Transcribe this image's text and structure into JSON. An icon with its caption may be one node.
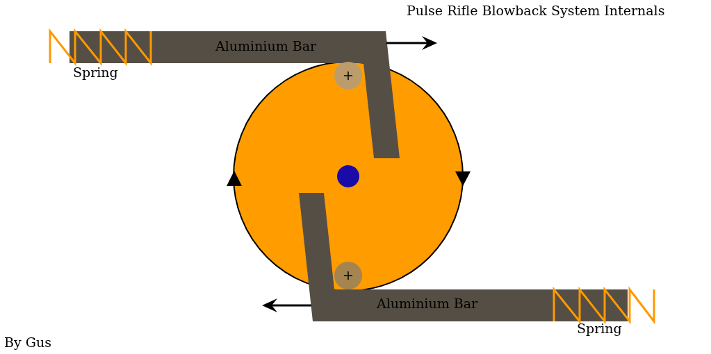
{
  "diagram": {
    "title": "Pulse Rifle Blowback System Internals",
    "nodes": [
      {
        "text": [],
        "shape": "circle"
      },
      {
        "text": [
          "Aluminium Bar"
        ]
      },
      {
        "text": [
          "Aluminium Bar"
        ]
      }
    ],
    "labels": [
      "Spring",
      "Spring",
      "By Gus"
    ]
  }
}
